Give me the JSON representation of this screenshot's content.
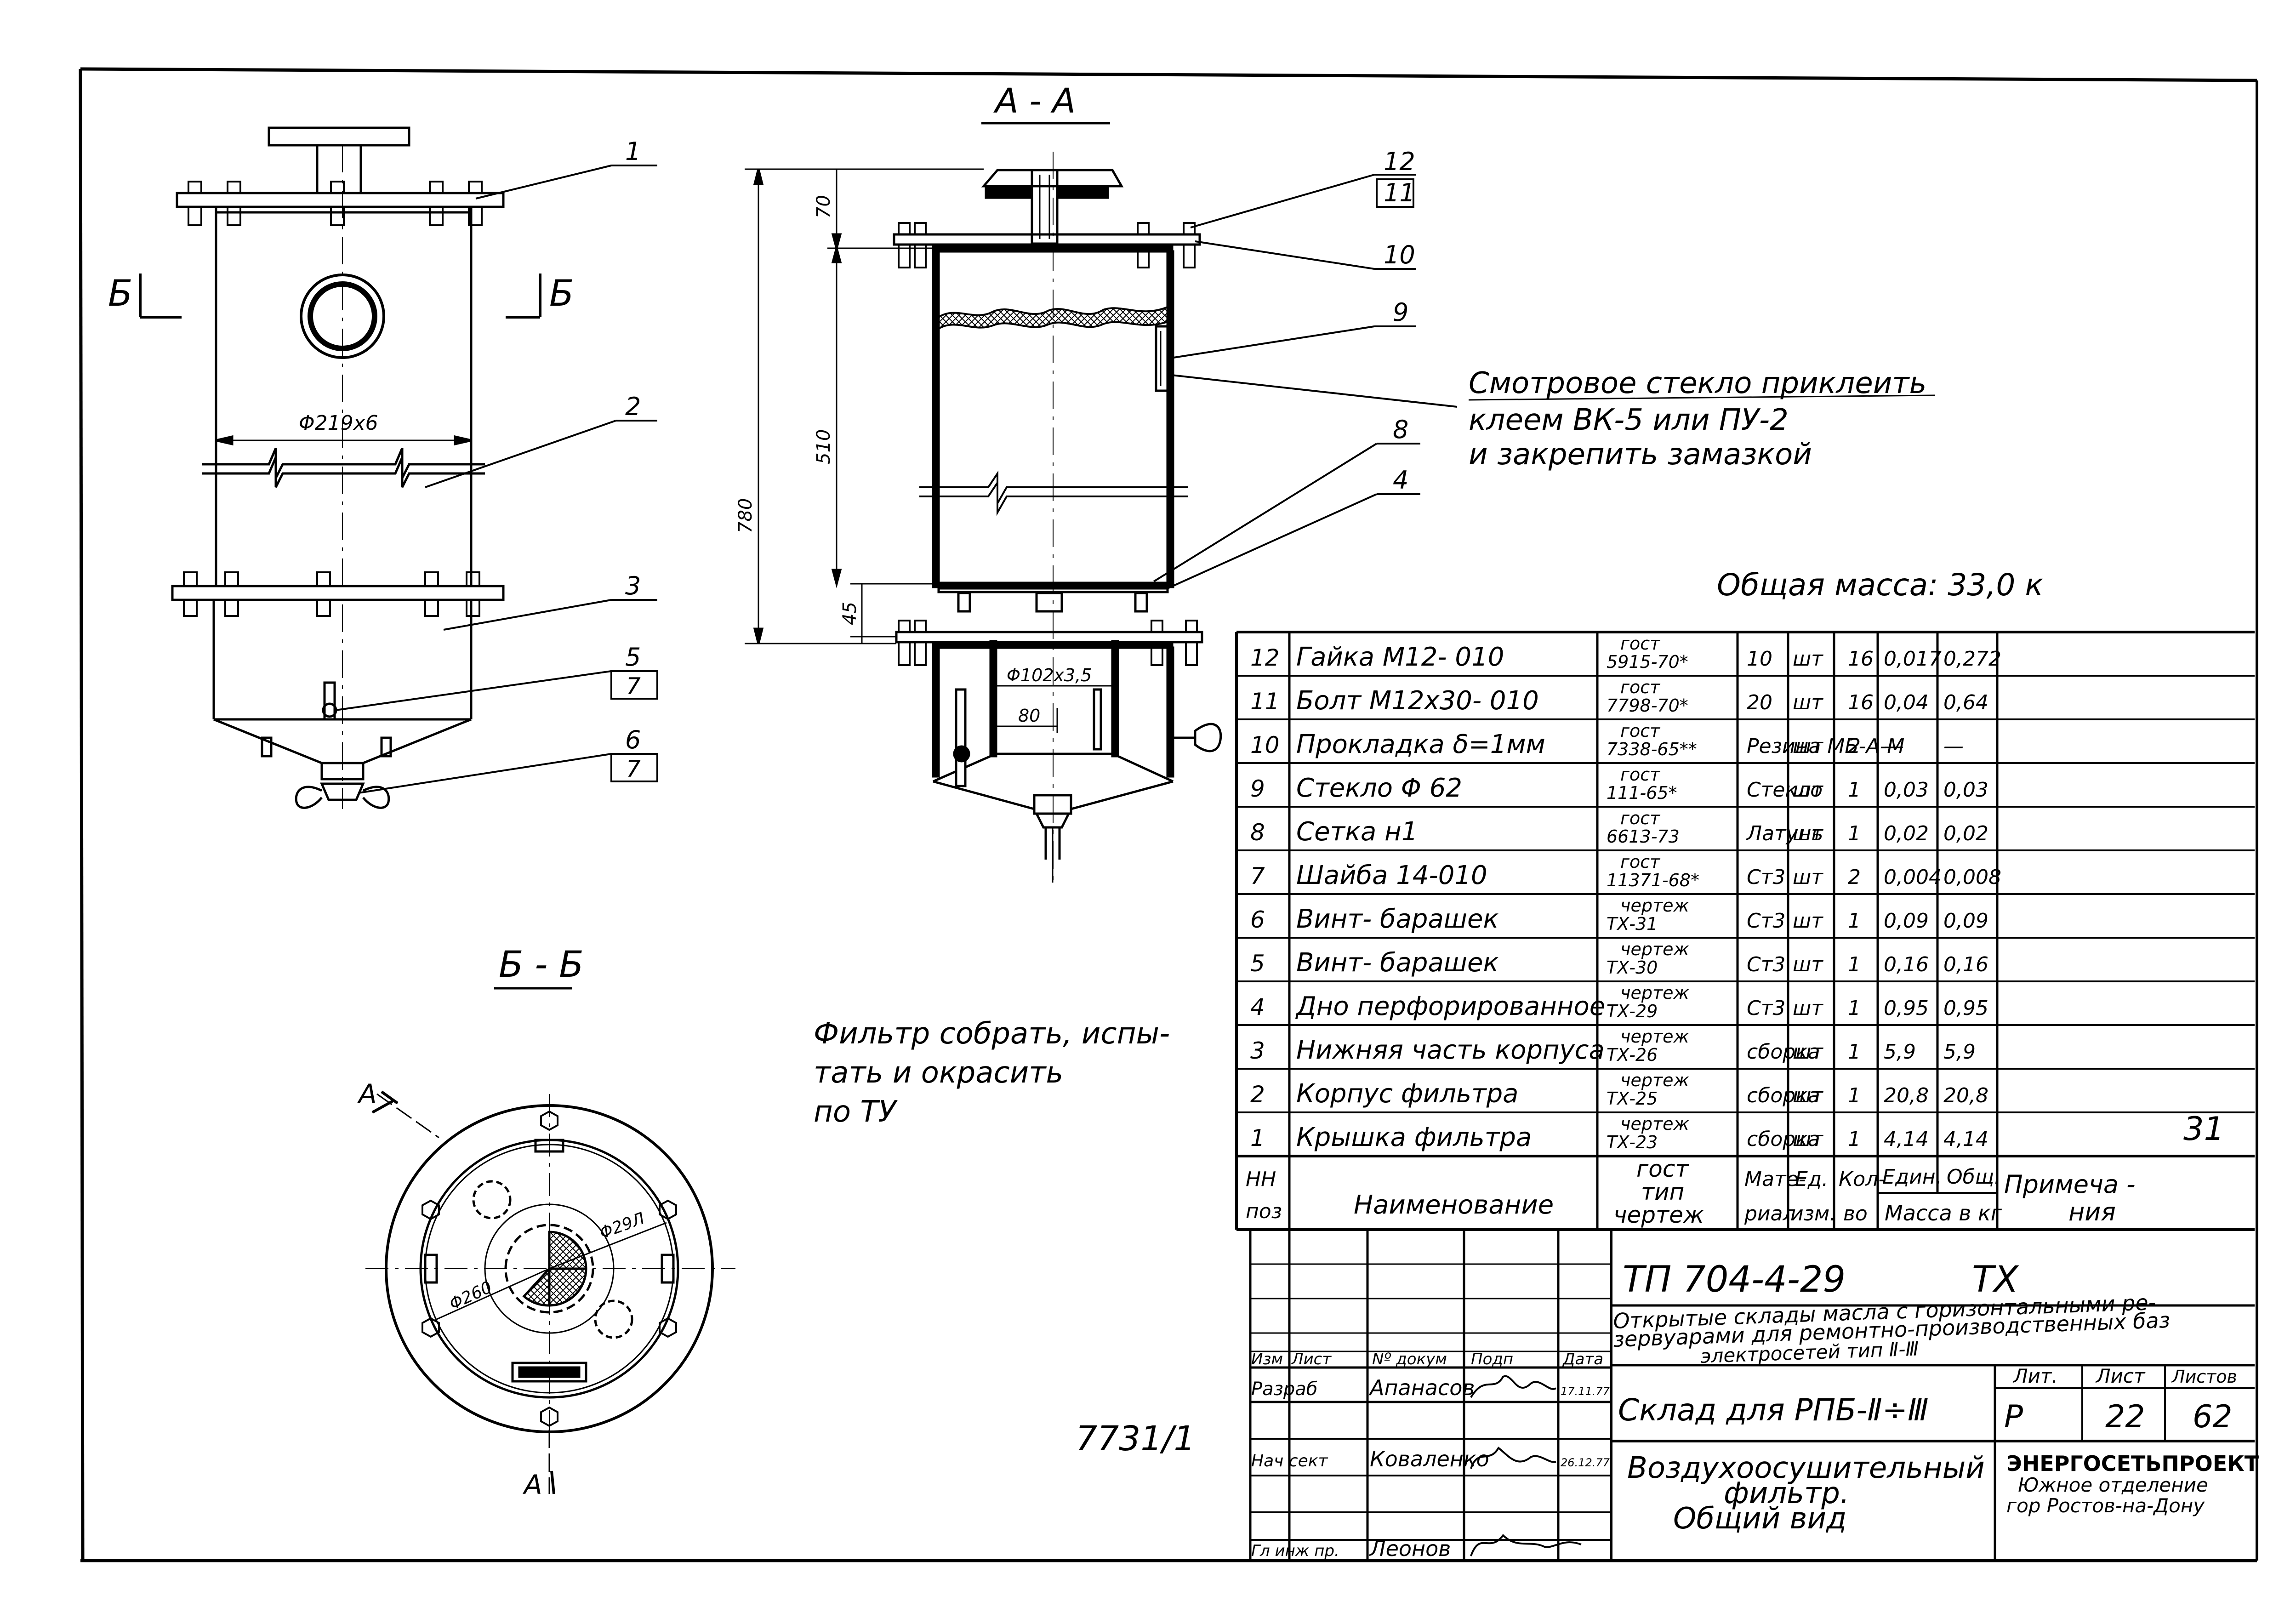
{
  "views": {
    "section_aa_title": "А - А",
    "section_bb_title": "Б - Б",
    "cut_mark_b_left": "Б",
    "cut_mark_b_right": "Б",
    "cut_mark_a_top": "А",
    "cut_mark_a_bottom": "А"
  },
  "left_view": {
    "diameter_label": "Φ219х6",
    "callouts": [
      "1",
      "2",
      "3",
      "5",
      "6"
    ],
    "callout_ref_5": "7",
    "callout_ref_6": "7"
  },
  "section_view": {
    "dim_top": "70",
    "dim_mid": "510",
    "dim_total": "780",
    "dim_bottom": "45",
    "inner_pipe": "Φ102х3,5",
    "inner_offset": "80",
    "callouts": [
      "12",
      "11",
      "10",
      "9",
      "8",
      "4"
    ]
  },
  "plan_view": {
    "dim_outer": "Φ29Л",
    "dim_inner": "Φ260"
  },
  "notes": {
    "glass_note_line1": "Смотровое стекло приклеить",
    "glass_note_line2": "клеем ВК-5 или ПУ-2",
    "glass_note_line3": "и закрепить замазкой",
    "assembly_note_line1": "Фильтр собрать, испы-",
    "assembly_note_line2": "тать и окрасить",
    "assembly_note_line3": "по ТУ",
    "total_mass": "Общая масса: 33,0 к",
    "archive_number": "7731/1",
    "sheet_marker": "31"
  },
  "spec_table": {
    "rows": [
      {
        "pos": "12",
        "name": "Гайка М12- 010",
        "doc_a": "гост",
        "doc_b": "5915-70*",
        "material": "10",
        "unit": "шт",
        "qty": "16",
        "unit_mass": "0,017",
        "total_mass": "0,272"
      },
      {
        "pos": "11",
        "name": "Болт М12х30- 010",
        "doc_a": "гост",
        "doc_b": "7798-70*",
        "material": "20",
        "unit": "шт",
        "qty": "16",
        "unit_mass": "0,04",
        "total_mass": "0,64"
      },
      {
        "pos": "10",
        "name": "Прокладка δ=1мм",
        "doc_a": "гост",
        "doc_b": "7338-65**",
        "material": "Резина МБ-А-М",
        "unit": "шт",
        "qty": "2",
        "unit_mass": "—",
        "total_mass": "—"
      },
      {
        "pos": "9",
        "name": "Стекло Φ 62",
        "doc_a": "гост",
        "doc_b": "111-65*",
        "material": "Стекло",
        "unit": "шт",
        "qty": "1",
        "unit_mass": "0,03",
        "total_mass": "0,03"
      },
      {
        "pos": "8",
        "name": "Сетка н1",
        "doc_a": "гост",
        "doc_b": "6613-73",
        "material": "Латунь",
        "unit": "шт",
        "qty": "1",
        "unit_mass": "0,02",
        "total_mass": "0,02"
      },
      {
        "pos": "7",
        "name": "Шайба 14-010",
        "doc_a": "гост",
        "doc_b": "11371-68*",
        "material": "Ст3",
        "unit": "шт",
        "qty": "2",
        "unit_mass": "0,004",
        "total_mass": "0,008"
      },
      {
        "pos": "6",
        "name": "Винт- барашек",
        "doc_a": "чертеж",
        "doc_b": "ТХ-31",
        "material": "Ст3",
        "unit": "шт",
        "qty": "1",
        "unit_mass": "0,09",
        "total_mass": "0,09"
      },
      {
        "pos": "5",
        "name": "Винт- барашек",
        "doc_a": "чертеж",
        "doc_b": "ТХ-30",
        "material": "Ст3",
        "unit": "шт",
        "qty": "1",
        "unit_mass": "0,16",
        "total_mass": "0,16"
      },
      {
        "pos": "4",
        "name": "Дно перфорированное",
        "doc_a": "чертеж",
        "doc_b": "ТХ-29",
        "material": "Ст3",
        "unit": "шт",
        "qty": "1",
        "unit_mass": "0,95",
        "total_mass": "0,95"
      },
      {
        "pos": "3",
        "name": "Нижняя часть корпуса",
        "doc_a": "чертеж",
        "doc_b": "ТХ-26",
        "material": "сборка",
        "unit": "шт",
        "qty": "1",
        "unit_mass": "5,9",
        "total_mass": "5,9"
      },
      {
        "pos": "2",
        "name": "Корпус фильтра",
        "doc_a": "чертеж",
        "doc_b": "ТХ-25",
        "material": "сборка",
        "unit": "шт",
        "qty": "1",
        "unit_mass": "20,8",
        "total_mass": "20,8"
      },
      {
        "pos": "1",
        "name": "Крышка фильтра",
        "doc_a": "чертеж",
        "doc_b": "ТХ-23",
        "material": "сборка",
        "unit": "шт",
        "qty": "1",
        "unit_mass": "4,14",
        "total_mass": "4,14"
      }
    ],
    "header": {
      "pos_a": "НН",
      "pos_b": "поз",
      "name": "Наименование",
      "doc_a": "гост",
      "doc_b": "тип",
      "doc_c": "чертеж",
      "material_a": "Мате-",
      "material_b": "риал",
      "unit_a": "Ед.",
      "unit_b": "изм.",
      "qty_a": "Кол-",
      "qty_b": "во",
      "unit_mass": "Един.",
      "total_mass": "Общ.",
      "mass_caption": "Масса в кг",
      "note_a": "Примеча -",
      "note_b": "ния"
    }
  },
  "title_block": {
    "project_code": "ТП 704-4-29",
    "section_code": "ТХ",
    "project_line1": "Открытые склады масла с горизонтальными ре-",
    "project_line2": "зервуарами для ремонтно-производственных баз",
    "project_line3": "электросетей тип Ⅱ-Ⅲ",
    "object": "Склад для РПБ-Ⅱ÷Ⅲ",
    "drawing_line1": "Воздухоосушительный",
    "drawing_line2": "фильтр.",
    "drawing_line3": "Общий вид",
    "stage_label": "Лит.",
    "sheet_label": "Лист",
    "sheets_label": "Листов",
    "stage": "Р",
    "sheet": "22",
    "sheets": "62",
    "org_line1": "ЭНЕРГОСЕТЬПРОЕКТ",
    "org_line2": "Южное отделение",
    "org_line3": "гор Ростов-на-Дону",
    "col_change": "Изм",
    "col_sheet": "Лист",
    "col_doc": "Nº докум",
    "col_sign": "Подп",
    "col_date": "Дата",
    "roles": [
      {
        "role": "Разраб",
        "name": "Апанасов",
        "date": "17.11.77"
      },
      {
        "role": "Нач сект",
        "name": "Коваленко",
        "date": "26.12.77"
      },
      {
        "role": "Гл инж пр.",
        "name": "Леонов",
        "date": ""
      }
    ]
  }
}
